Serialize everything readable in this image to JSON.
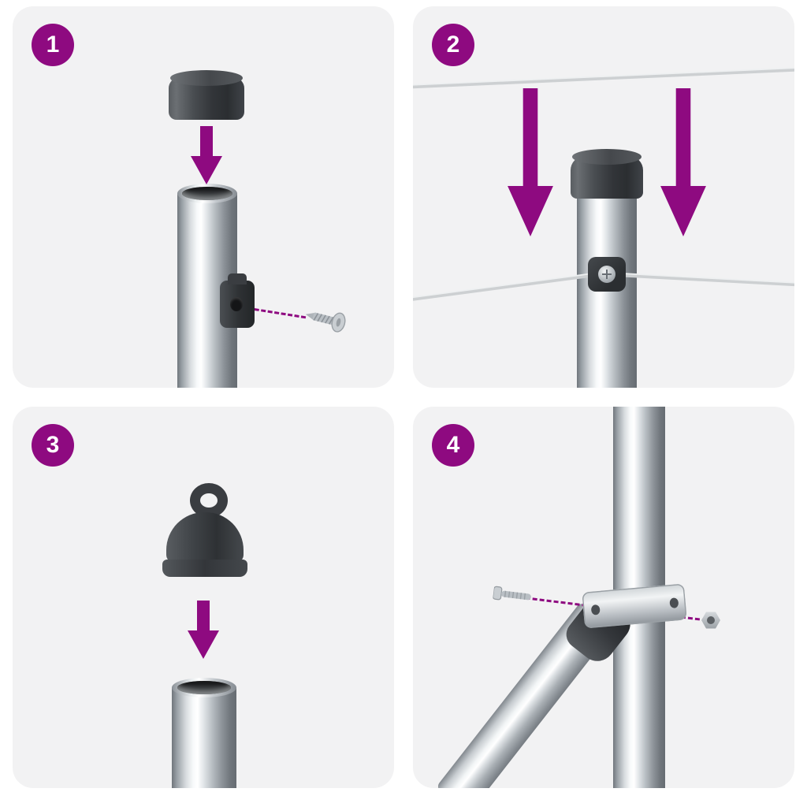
{
  "colors": {
    "accent_purple": "#8e0a80",
    "panel_background": "#f2f2f3",
    "background": "#ffffff",
    "hardware_dark": "#2e3134",
    "metal_light": "#f5f7f8"
  },
  "steps": [
    {
      "label": "1",
      "illustration": "push-cap-onto-post",
      "icons": [
        "down-arrow-icon",
        "wire-bracket-icon",
        "screw-icon"
      ]
    },
    {
      "label": "2",
      "illustration": "lower-wires-onto-post",
      "icons": [
        "down-arrow-icon",
        "down-arrow-icon",
        "wire-clamp-icon"
      ]
    },
    {
      "label": "3",
      "illustration": "push-eyelet-cap-onto-tube",
      "icons": [
        "down-arrow-icon"
      ]
    },
    {
      "label": "4",
      "illustration": "bolt-brace-clamp-to-post",
      "icons": [
        "bolt-icon",
        "nut-icon",
        "clamp-band-icon"
      ]
    }
  ]
}
